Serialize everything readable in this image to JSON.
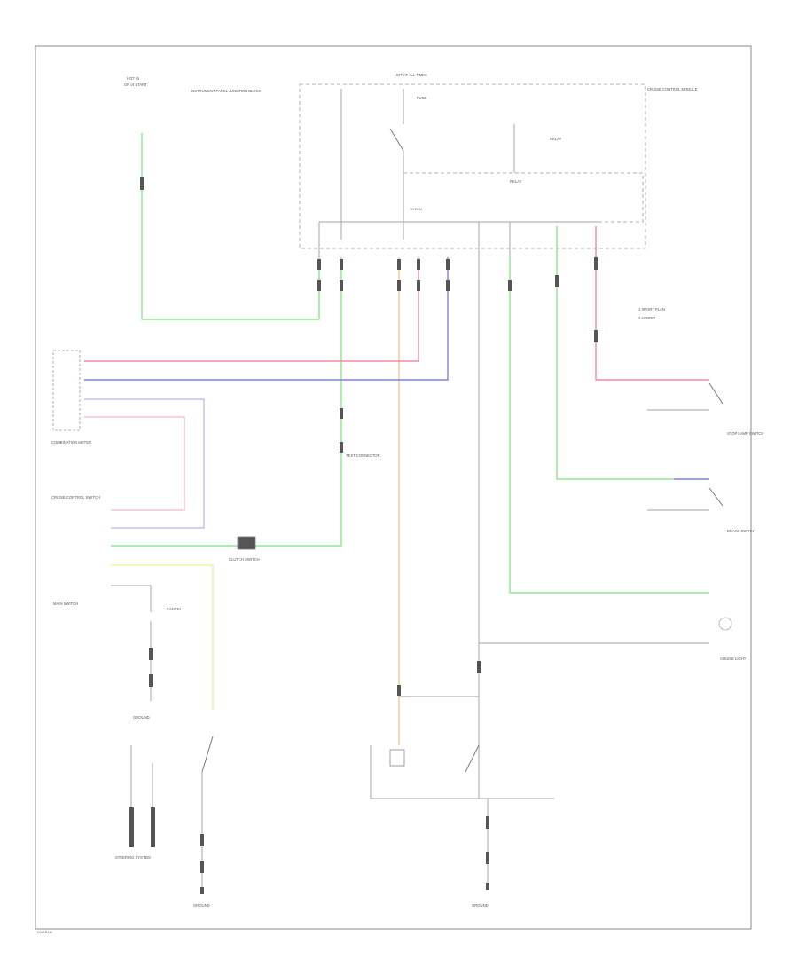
{
  "diagram": {
    "labels": {
      "hot_top_left": "HOT IN",
      "hot_top_left_sub": "ON or START",
      "fuse_block_left": "INSTRUMENT PANEL JUNCTION BLOCK",
      "hot_top_mid": "HOT AT ALL TIMES",
      "fuse_b": "FUSE",
      "cruise_module": "CRUISE CONTROL MODULE",
      "relay_a": "RELAY",
      "relay_b": "RELAY",
      "ecm_pins": "TO ECM",
      "legend_1": "1 SPORT PLAN",
      "legend_2": "2 HYBRID",
      "test_conn": "TEST CONNECTOR",
      "cluster": "COMBINATION METER",
      "cruise_sw": "CRUISE CONTROL SWITCH",
      "clutch_sw": "CLUTCH SWITCH",
      "stop_lamp": "STOP LAMP SWITCH",
      "brake_sw": "BRAKE SWITCH",
      "ground_left": "GROUND",
      "ground_bottom": "GROUND",
      "ground_mid": "GROUND",
      "cruise_lamp": "CRUISE LIGHT",
      "main_sw": "MAIN SWITCH",
      "cancel_sw": "CANCEL",
      "steering": "STEERING SYSTEM",
      "figure_id": "DIAGRAM"
    }
  }
}
